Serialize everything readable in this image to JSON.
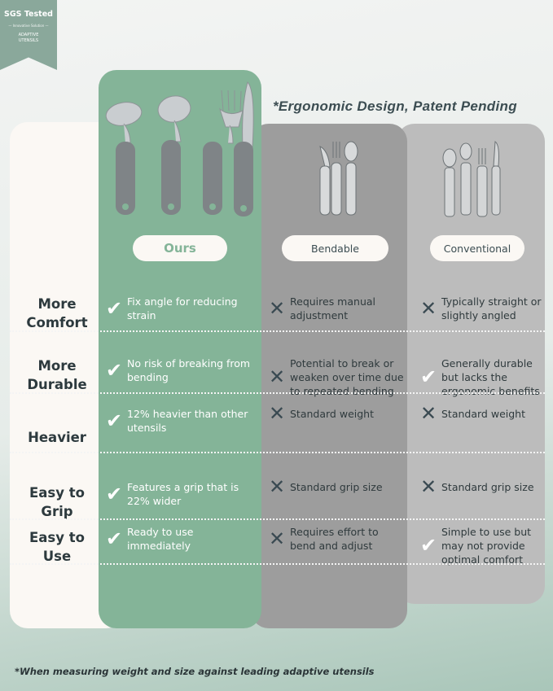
{
  "badge": {
    "title": "SGS Tested",
    "subtitle": "— Innovative Solution —",
    "line1": "ADAPTIVE",
    "line2": "UTENSILS"
  },
  "headline": "*Ergonomic Design, Patent Pending",
  "columns": [
    {
      "label": "Ours",
      "color": "#84b498"
    },
    {
      "label": "Bendable",
      "color": "#9d9d9d"
    },
    {
      "label": "Conventional",
      "color": "#bcbcbc"
    }
  ],
  "rows": [
    {
      "label_1": "More",
      "label_2": "Comfort",
      "cells": [
        {
          "icon": "check-icon",
          "text": "Fix angle for reducing strain"
        },
        {
          "icon": "x-icon",
          "text": "Requires manual adjustment"
        },
        {
          "icon": "x-icon",
          "text": "Typically straight or slightly angled"
        }
      ]
    },
    {
      "label_1": "More",
      "label_2": "Durable",
      "cells": [
        {
          "icon": "check-icon",
          "text": "No risk of breaking from bending"
        },
        {
          "icon": "x-icon",
          "text": "Potential to break or weaken over time due to repeated bending"
        },
        {
          "icon": "check-icon",
          "text": "Generally durable but lacks the ergonomic benefits"
        }
      ]
    },
    {
      "label_1": "Heavier",
      "label_2": "",
      "cells": [
        {
          "icon": "check-icon",
          "text": "12% heavier than other utensils"
        },
        {
          "icon": "x-icon",
          "text": "Standard weight"
        },
        {
          "icon": "x-icon",
          "text": "Standard weight"
        }
      ]
    },
    {
      "label_1": "Easy to",
      "label_2": "Grip",
      "cells": [
        {
          "icon": "check-icon",
          "text": "Features a grip that is 22% wider"
        },
        {
          "icon": "x-icon",
          "text": "Standard grip size"
        },
        {
          "icon": "x-icon",
          "text": "Standard grip size"
        }
      ]
    },
    {
      "label_1": "Easy to",
      "label_2": "Use",
      "cells": [
        {
          "icon": "check-icon",
          "text": "Ready to use immediately"
        },
        {
          "icon": "x-icon",
          "text": "Requires effort to bend and adjust"
        },
        {
          "icon": "check-icon",
          "text": "Simple to use but may not provide optimal comfort"
        }
      ]
    }
  ],
  "footnote": "*When measuring weight and  size against leading adaptive utensils"
}
